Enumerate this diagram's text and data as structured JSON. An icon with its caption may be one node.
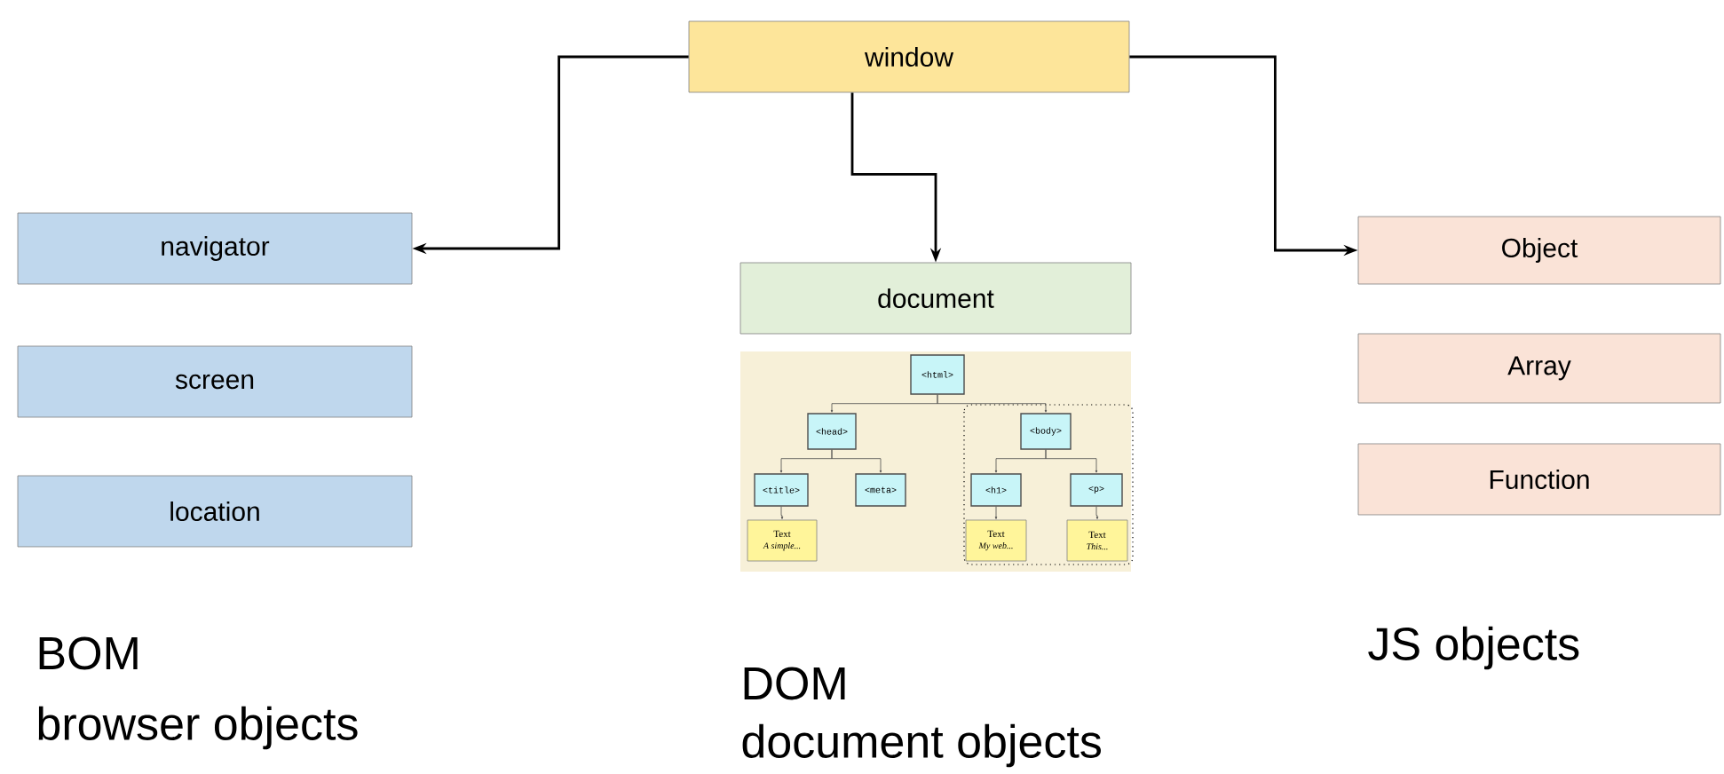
{
  "diagram": {
    "nodes": [
      {
        "text": [
          "window"
        ]
      },
      {
        "text": [
          "navigator"
        ]
      },
      {
        "text": [
          "screen"
        ]
      },
      {
        "text": [
          "location"
        ]
      },
      {
        "text": [
          "document"
        ]
      },
      {
        "text": [
          "Object"
        ]
      },
      {
        "text": [
          "Array"
        ]
      },
      {
        "text": [
          "Function"
        ]
      },
      {
        "text": [
          "<html>"
        ]
      },
      {
        "text": [
          "<head>"
        ]
      },
      {
        "text": [
          "<body>"
        ]
      },
      {
        "text": [
          "<title>"
        ]
      },
      {
        "text": [
          "<meta>"
        ]
      },
      {
        "text": [
          "<h1>"
        ]
      },
      {
        "text": [
          "<p>"
        ]
      },
      {
        "text": [
          "Text",
          "A simple..."
        ]
      },
      {
        "text": [
          "Text",
          "My web..."
        ]
      },
      {
        "text": [
          "Text",
          "This..."
        ]
      }
    ],
    "edges": [
      {
        "from": 0,
        "to": 1,
        "arrow": "to"
      },
      {
        "from": 0,
        "to": 4,
        "arrow": "to"
      },
      {
        "from": 0,
        "to": 5,
        "arrow": "to"
      },
      {
        "from": 8,
        "to": 9,
        "arrow": "to"
      },
      {
        "from": 8,
        "to": 10,
        "arrow": "to"
      },
      {
        "from": 9,
        "to": 11,
        "arrow": "to"
      },
      {
        "from": 9,
        "to": 12,
        "arrow": "to"
      },
      {
        "from": 10,
        "to": 13,
        "arrow": "to"
      },
      {
        "from": 10,
        "to": 14,
        "arrow": "to"
      },
      {
        "from": 11,
        "to": 15,
        "arrow": "to"
      },
      {
        "from": 13,
        "to": 16,
        "arrow": "to"
      },
      {
        "from": 14,
        "to": 17,
        "arrow": "to"
      }
    ],
    "labels": [
      "BOM",
      "browser objects",
      "DOM",
      "document objects",
      "JS objects"
    ]
  }
}
